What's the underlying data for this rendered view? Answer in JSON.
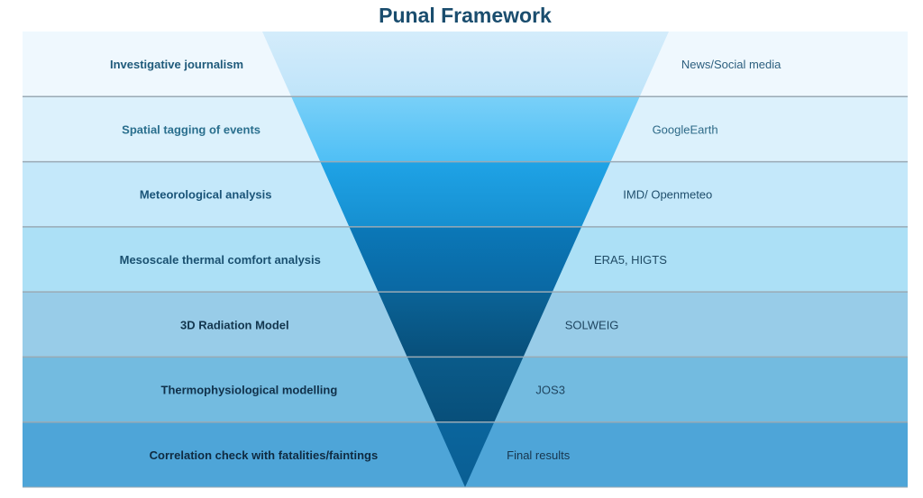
{
  "title": "Punal Framework",
  "stages": [
    {
      "step": "Investigative journalism",
      "source": "News/Social media",
      "band_color": "#eff8fe",
      "funnel_top": "#d4ecfb",
      "funnel_bottom": "#bfe4f9",
      "left_text_color": "#1f5a7a",
      "right_text_color": "#2c5f7e"
    },
    {
      "step": "Spatial tagging of events",
      "source": "GoogleEarth",
      "band_color": "#dcf1fc",
      "funnel_top": "#79d0f8",
      "funnel_bottom": "#4fbff5",
      "left_text_color": "#2a6f8e",
      "right_text_color": "#2e6a88"
    },
    {
      "step": "Meteorological analysis",
      "source": "IMD/ Openmeteo",
      "band_color": "#c4e8fa",
      "funnel_top": "#1fa3e6",
      "funnel_bottom": "#168fd0",
      "left_text_color": "#1a5478",
      "right_text_color": "#1f4e6c"
    },
    {
      "step": "Mesoscale thermal comfort analysis",
      "source": "ERA5, HIGTS",
      "band_color": "#ace0f6",
      "funnel_top": "#0b78b8",
      "funnel_bottom": "#0a68a3",
      "left_text_color": "#1a5070",
      "right_text_color": "#1f4a64"
    },
    {
      "step": "3D Radiation Model",
      "source": "SOLWEIG",
      "band_color": "#98cce8",
      "funnel_top": "#0a6397",
      "funnel_bottom": "#084f7a",
      "left_text_color": "#13364e",
      "right_text_color": "#1f4560"
    },
    {
      "step": "Thermophysiological modelling",
      "source": "JOS3",
      "band_color": "#73bbe0",
      "funnel_top": "#0a5b8a",
      "funnel_bottom": "#084f7a",
      "left_text_color": "#10304a",
      "right_text_color": "#1f4560"
    },
    {
      "step": "Correlation check with fatalities/faintings",
      "source": "Final results",
      "band_color": "#4ea5d8",
      "funnel_top": "#0a659d",
      "funnel_bottom": "#0a5e93",
      "left_text_color": "#0f2a40",
      "right_text_color": "#17354d"
    }
  ],
  "divider_color": "#9aaab5"
}
